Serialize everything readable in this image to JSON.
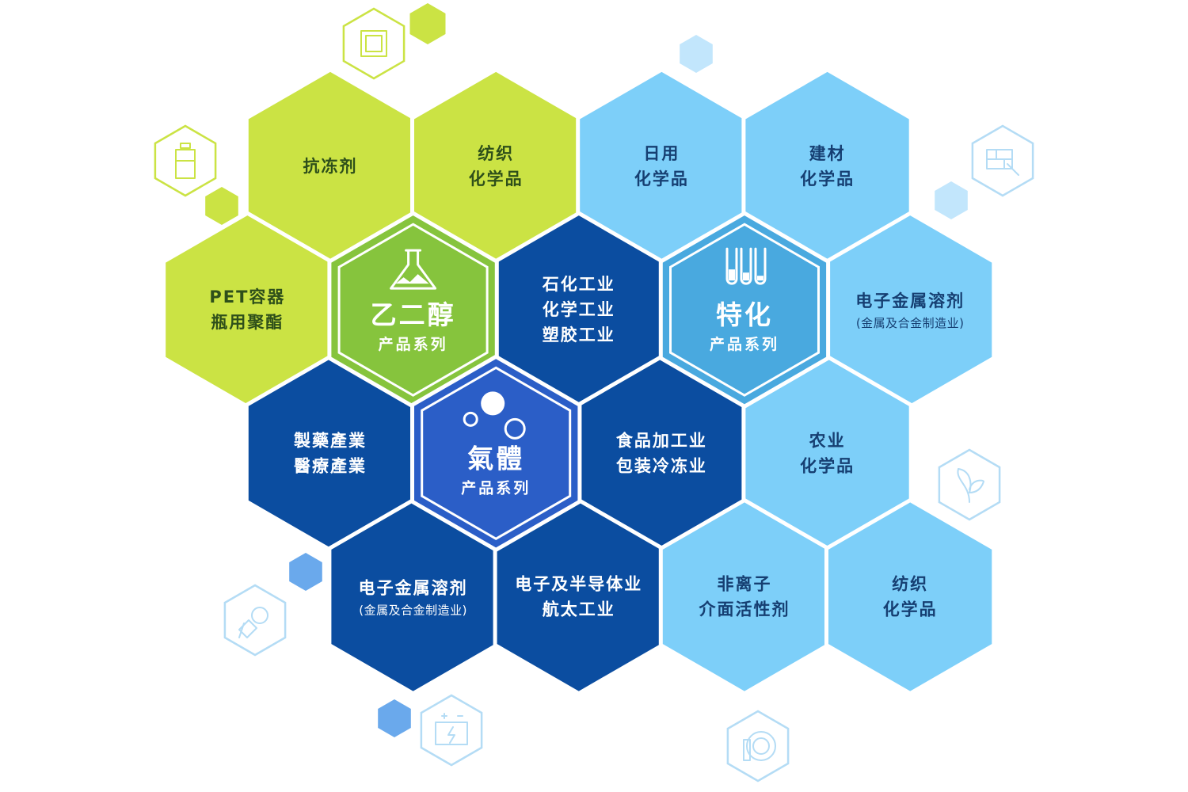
{
  "colors": {
    "green_light": "#cbe344",
    "green_hub": "#86c43d",
    "navy": "#0b4da0",
    "navy_mid": "#0a4d9e",
    "blue_hub": "#2b5ec7",
    "sky": "#7dcff9",
    "sky_hub": "#49a9df",
    "green_text": "#2e4f1a",
    "navy_text": "#ffffff",
    "sky_text": "#163f72",
    "outline_green": "#cbe344",
    "outline_blue": "#b4dcf5",
    "deco_blue": "#6aa9ec"
  },
  "hubs": {
    "glycol": {
      "title": "乙二醇",
      "subtitle": "产品系列",
      "icon": "flask-icon"
    },
    "gas": {
      "title": "氣體",
      "subtitle": "产品系列",
      "icon": "bubbles-icon"
    },
    "specialty": {
      "title": "特化",
      "subtitle": "产品系列",
      "icon": "test-tubes-icon"
    }
  },
  "cells": {
    "antifreeze": {
      "lines": [
        "抗冻剂"
      ]
    },
    "textile_green": {
      "lines": [
        "纺织",
        "化学品"
      ]
    },
    "pet": {
      "lines": [
        "PET容器",
        "瓶用聚酯"
      ]
    },
    "petro": {
      "lines": [
        "石化工业",
        "化学工业",
        "塑胶工业"
      ]
    },
    "pharma": {
      "lines": [
        "製藥產業",
        "醫療產業"
      ]
    },
    "food": {
      "lines": [
        "食品加工业",
        "包装冷冻业"
      ]
    },
    "elec_navy": {
      "lines": [
        "电子金属溶剂"
      ],
      "sub": "(金属及合金制造业)"
    },
    "semi": {
      "lines": [
        "电子及半导体业",
        "航太工业"
      ]
    },
    "daily": {
      "lines": [
        "日用",
        "化学品"
      ]
    },
    "building": {
      "lines": [
        "建材",
        "化学品"
      ]
    },
    "elec_sky": {
      "lines": [
        "电子金属溶剂"
      ],
      "sub": "(金属及合金制造业)"
    },
    "agri": {
      "lines": [
        "农业",
        "化学品"
      ]
    },
    "nonionic": {
      "lines": [
        "非离子",
        "介面活性剂"
      ]
    },
    "textile_sky": {
      "lines": [
        "纺织",
        "化学品"
      ]
    }
  },
  "decor_icons": [
    "fabric-icon",
    "bottle-icon",
    "bricks-icon",
    "leaf-icon",
    "cleaning-icon",
    "battery-icon",
    "dish-icon"
  ]
}
